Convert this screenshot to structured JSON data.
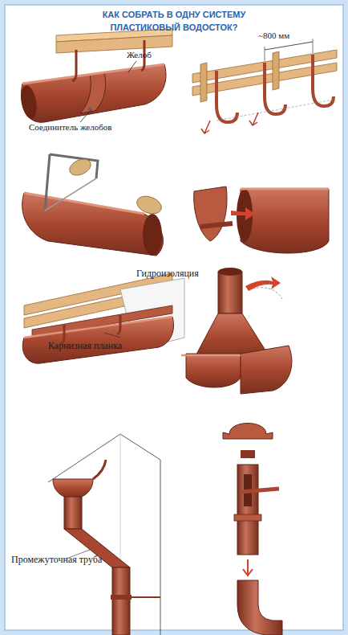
{
  "diagram": {
    "title": "КАК СОБРАТЬ В ОДНУ СИСТЕМУ ПЛАСТИКОВЫЙ ВОДОСТОК?",
    "labels": [
      "Желоб",
      "Соединитель желобов",
      "~800 мм",
      "Гидроизоляция",
      "Карнизная планка",
      "Промежуточная труба"
    ]
  }
}
